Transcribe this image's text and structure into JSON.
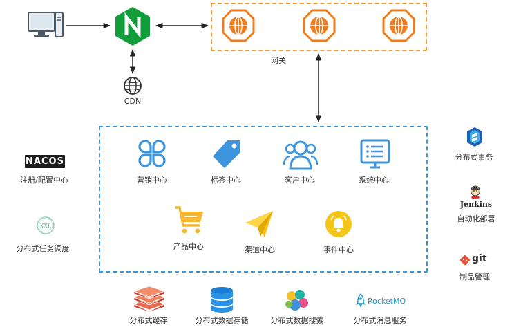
{
  "client": {
    "icon": "desktop-computer-icon"
  },
  "nginx": {
    "icon": "nginx-icon",
    "letter": "N",
    "color": "#119d3a"
  },
  "cdn": {
    "label": "CDN",
    "icon": "globe-icon"
  },
  "gateway": {
    "label": "网关",
    "icon": "gateway-globe-icon",
    "color": "#f07c1b",
    "instances": 3
  },
  "services": [
    {
      "label": "营销中心",
      "icon": "clover-icon"
    },
    {
      "label": "标签中心",
      "icon": "tag-icon"
    },
    {
      "label": "客户中心",
      "icon": "users-icon"
    },
    {
      "label": "系统中心",
      "icon": "monitor-list-icon"
    },
    {
      "label": "产品中心",
      "icon": "shopping-cart-icon"
    },
    {
      "label": "渠道中心",
      "icon": "paper-plane-icon"
    },
    {
      "label": "事件中心",
      "icon": "bell-icon"
    }
  ],
  "left_tools": [
    {
      "label": "注册/配置中心",
      "logo_text": "NACOS"
    },
    {
      "label": "分布式任务调度",
      "logo_text": "XXL"
    }
  ],
  "right_tools": [
    {
      "label": "分布式事务",
      "icon": "seata-icon"
    },
    {
      "label": "自动化部署",
      "logo_text": "Jenkins"
    },
    {
      "label": "制品管理",
      "logo_text": "git"
    }
  ],
  "bottom_tools": [
    {
      "label": "分布式缓存",
      "icon": "redis-icon"
    },
    {
      "label": "分布式数据存储",
      "icon": "database-icon"
    },
    {
      "label": "分布式数据搜索",
      "icon": "elasticsearch-icon"
    },
    {
      "label": "分布式消息服务",
      "logo_text": "RocketMQ"
    }
  ],
  "colors": {
    "gateway_border": "#f39a2b",
    "service_border": "#3d95de",
    "service_icon": "#3d95de",
    "cart": "#f7b731",
    "bell": "#f5c518",
    "arrow": "#222222"
  }
}
